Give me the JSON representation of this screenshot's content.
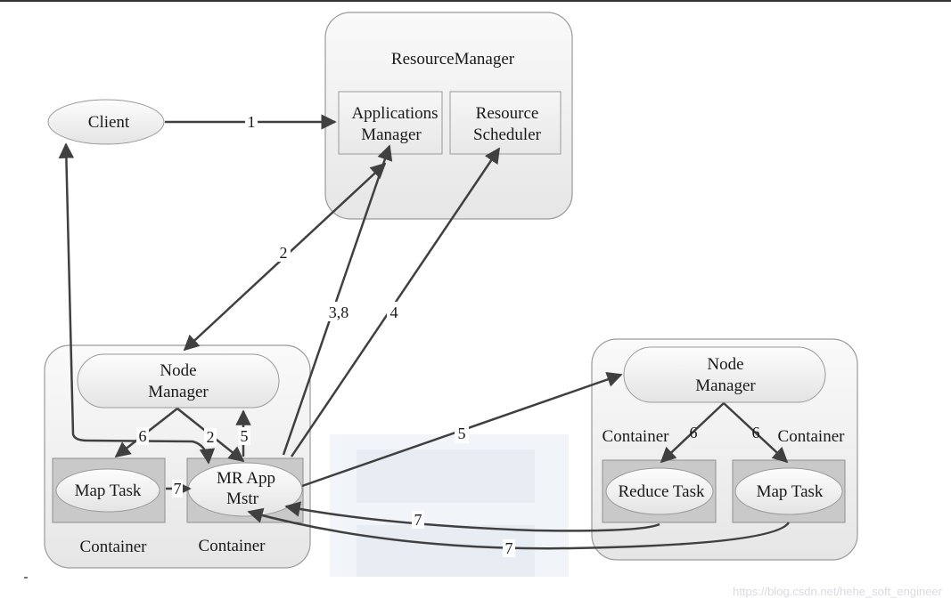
{
  "resource_manager": {
    "title": "ResourceManager",
    "applications_manager": [
      "Applications",
      "Manager"
    ],
    "resource_scheduler": [
      "Resource",
      "Scheduler"
    ]
  },
  "client": {
    "label": "Client"
  },
  "left_node": {
    "node_manager": [
      "Node",
      "Manager"
    ],
    "map_task": "Map Task",
    "mr_app_master": [
      "MR App",
      "Mstr"
    ],
    "container_left": "Container",
    "container_right": "Container"
  },
  "right_node": {
    "node_manager": [
      "Node",
      "Manager"
    ],
    "reduce_task": "Reduce Task",
    "map_task": "Map Task",
    "container_left": "Container",
    "container_right": "Container"
  },
  "arrow_labels": {
    "client_to_am": "1",
    "am_to_nm": "2",
    "mr_to_am": "3,8",
    "mr_to_scheduler": "4",
    "mr_to_right_nm": "5",
    "nm_to_maptask": "6",
    "nm_to_mr": "2",
    "mr_to_nm": "5",
    "maptask_to_mr": "7",
    "right_nm_to_reduce": "6",
    "right_nm_to_map": "6",
    "reduce_to_mr": "7",
    "right_map_to_mr": "7"
  },
  "watermark": "https://blog.csdn.net/hehe_soft_engineer",
  "colors": {
    "box_fill": "#ececec",
    "box_stroke": "#9a9a9a",
    "task_fill": "#c9c9c9",
    "arrow": "#404040",
    "bg_watermark": "#dfe5ef"
  }
}
